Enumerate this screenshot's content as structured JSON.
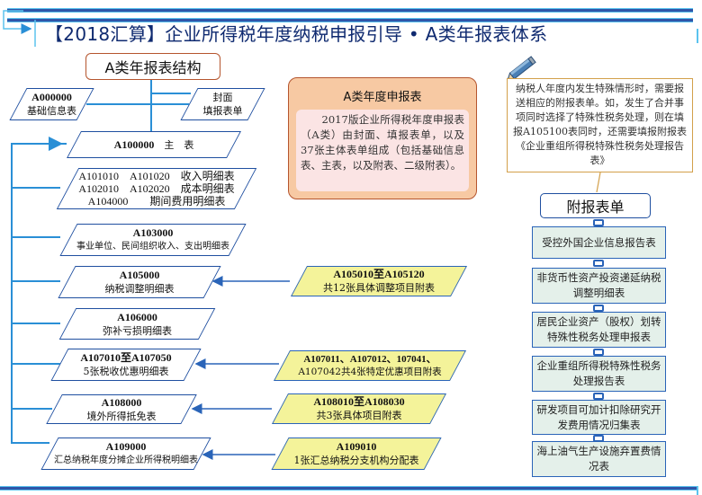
{
  "header": {
    "title": "【2018汇算】企业所得税年度纳税申报引导 • A类年报表体系"
  },
  "structure": {
    "title": "A类年报表结构",
    "base_info": {
      "code": "A000000",
      "label": "基础信息表"
    },
    "cover": {
      "line1": "封面",
      "line2": "填报表单"
    },
    "main_table": {
      "code": "A100000",
      "label": "主　表"
    },
    "tables": [
      {
        "lines": [
          "A101010　A101020　收入明细表",
          "A102010　A102020　成本明细表",
          "A104000　　期间费用明细表"
        ]
      },
      {
        "code": "A103000",
        "label": "事业单位、民间组织收入、支出明细表"
      },
      {
        "code": "A105000",
        "label": "纳税调整明细表"
      },
      {
        "code": "A106000",
        "label": "弥补亏损明细表"
      },
      {
        "code": "A107010至A107050",
        "label": "5张税收优惠明细表"
      },
      {
        "code": "A108000",
        "label": "境外所得抵免表"
      },
      {
        "code": "A109000",
        "label": "汇总纳税年度分摊企业所得税明细表"
      }
    ],
    "sub_tables": [
      {
        "code": "A105010至A105120",
        "label": "共12张具体调整项目附表"
      },
      {
        "code": "A107011、A107012、107041、",
        "label": "A107042共4张特定优惠项目附表"
      },
      {
        "code": "A108010至A108030",
        "label": "共3张具体项目附表"
      },
      {
        "code": "A109010",
        "label": "1张汇总纳税分支机构分配表"
      }
    ]
  },
  "annual_box": {
    "title": "A类年度申报表",
    "body": "　　2017版企业所得税年度申报表（A类）由封面、填报表单，以及37张主体表单组成（包括基础信息表、主表，以及附表、二级附表）。"
  },
  "note": {
    "icon": "pencil-icon",
    "text": "纳税人年度内发生特殊情形时，需要报送相应的附报表单。如，发生了合并事项同时选择了特殊性税务处理，则在填报A105100表同时，还需要填报附报表《企业重组所得税特殊性税务处理报告表》"
  },
  "attachments": {
    "title": "附报表单",
    "items": [
      "受控外国企业信息报告表",
      "非货币性资产投资递延纳税调整明细表",
      "居民企业资产（股权）划转特殊性税务处理申报表",
      "企业重组所得税特殊性税务处理报告表",
      "研发项目可加计扣除研究开发费用情况归集表",
      "海上油气生产设施弃置费情况表"
    ]
  },
  "colors": {
    "frame_blue": "#2f55a8",
    "frame_light": "#5bc3ee",
    "line_blue": "#2a8fd6",
    "border_orange": "#b5552e",
    "sub_yellow": "#f4f39a",
    "attach_green": "#e4f0ea",
    "annual_peach": "#f7c9a3"
  }
}
